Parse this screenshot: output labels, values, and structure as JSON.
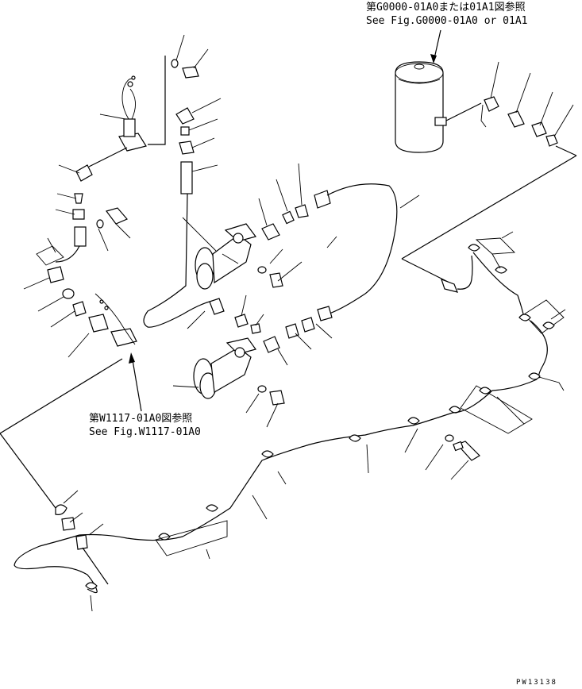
{
  "references": {
    "top_right_jp": "第G0000-01A0または01A1図参照",
    "top_right_en": "See Fig.G0000-01A0 or 01A1",
    "bottom_left_jp": "第W1117-01A0図参照",
    "bottom_left_en": "See Fig.W1117-01A0"
  },
  "drawing_code": "PW13138"
}
